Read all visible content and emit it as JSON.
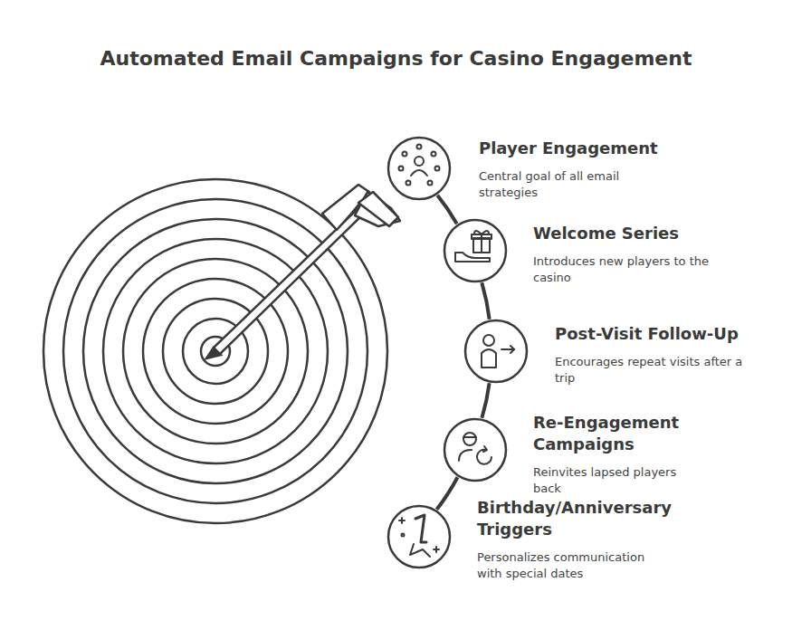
{
  "diagram": {
    "title": "Automated Email Campaigns for Casino Engagement",
    "nodes": [
      {
        "text": [
          "Player Engagement",
          "Central goal of all email strategies"
        ]
      },
      {
        "text": [
          "Welcome Series",
          "Introduces new players to the casino"
        ]
      },
      {
        "text": [
          "Post-Visit Follow-Up",
          "Encourages repeat visits after a trip"
        ]
      },
      {
        "text": [
          "Re-Engagement Campaigns",
          "Reinvites lapsed players back"
        ]
      },
      {
        "text": [
          "Birthday/Anniversary Triggers",
          "Personalizes communication with special dates"
        ]
      }
    ],
    "edges": [
      {
        "from": 0,
        "to": 1,
        "arrow": "none"
      },
      {
        "from": 1,
        "to": 2,
        "arrow": "none"
      },
      {
        "from": 2,
        "to": 3,
        "arrow": "none"
      },
      {
        "from": 3,
        "to": 4,
        "arrow": "none"
      }
    ]
  }
}
